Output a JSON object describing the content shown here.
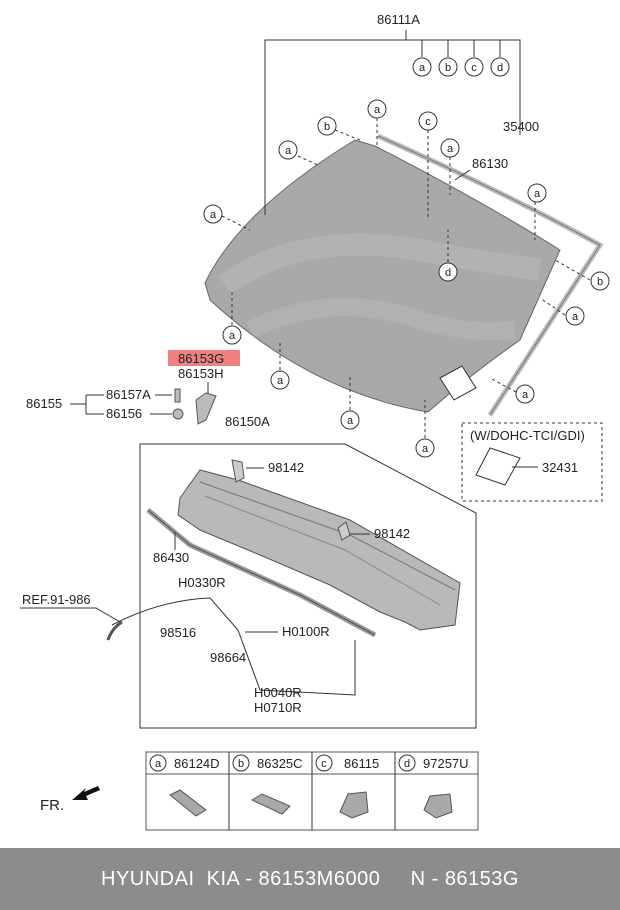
{
  "labels": {
    "p86111A": "86111A",
    "p35400": "35400",
    "p86130": "86130",
    "p86153G": "86153G",
    "p86153H": "86153H",
    "p86155": "86155",
    "p86157A": "86157A",
    "p86156": "86156",
    "p86150A": "86150A",
    "p98142": "98142",
    "p86430": "86430",
    "pH0330R": "H0330R",
    "pREF": "REF.91-986",
    "p98516": "98516",
    "pH0100R": "H0100R",
    "p98664": "98664",
    "pH0040R": "H0040R",
    "pH0710R": "H0710R",
    "variant": "(W/DOHC-TCI/GDI)",
    "p32431": "32431",
    "fr": "FR."
  },
  "callouts": {
    "a": "a",
    "b": "b",
    "c": "c",
    "d": "d"
  },
  "legend": [
    {
      "key": "a",
      "part": "86124D"
    },
    {
      "key": "b",
      "part": "86325C"
    },
    {
      "key": "c",
      "part": "86115"
    },
    {
      "key": "d",
      "part": "97257U"
    }
  ],
  "highlight_color": "#f08080",
  "glass_color": "#a9a9a9",
  "footer": {
    "text": "HYUNDAI  KIA - 86153M6000     N - 86153G"
  }
}
